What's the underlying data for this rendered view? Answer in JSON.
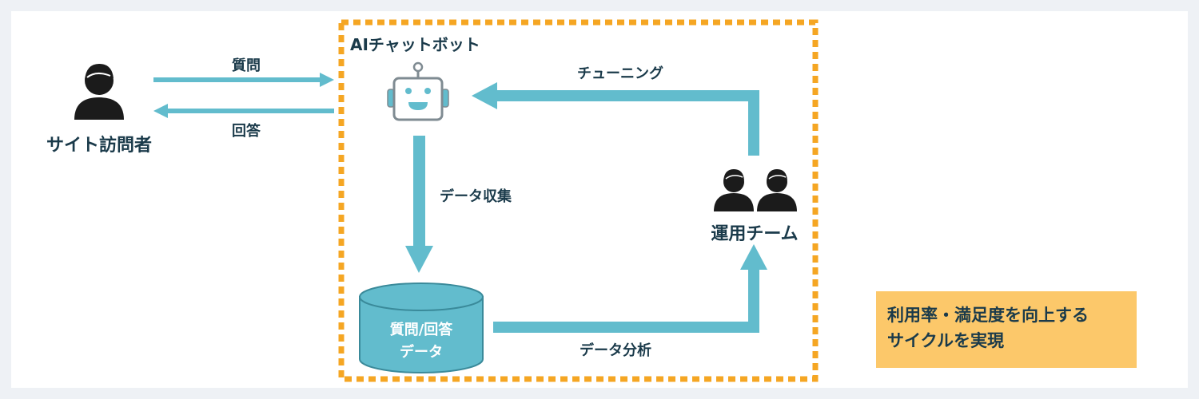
{
  "chatbot": {
    "title": "AIチャットボット"
  },
  "visitor": {
    "label": "サイト訪問者"
  },
  "team": {
    "label": "運用チーム"
  },
  "arrows": {
    "question": "質問",
    "answer": "回答",
    "collect": "データ収集",
    "analyze": "データ分析",
    "tuning": "チューニング"
  },
  "database": {
    "line1": "質問/回答",
    "line2": "データ"
  },
  "note": {
    "line1": "利用率・満足度を向上する",
    "line2": "サイクルを実現"
  },
  "colors": {
    "arrow": "#62bccd",
    "dashed_border": "#f5a623",
    "note_bg": "#fcc86a",
    "text": "#1a3a4a"
  }
}
